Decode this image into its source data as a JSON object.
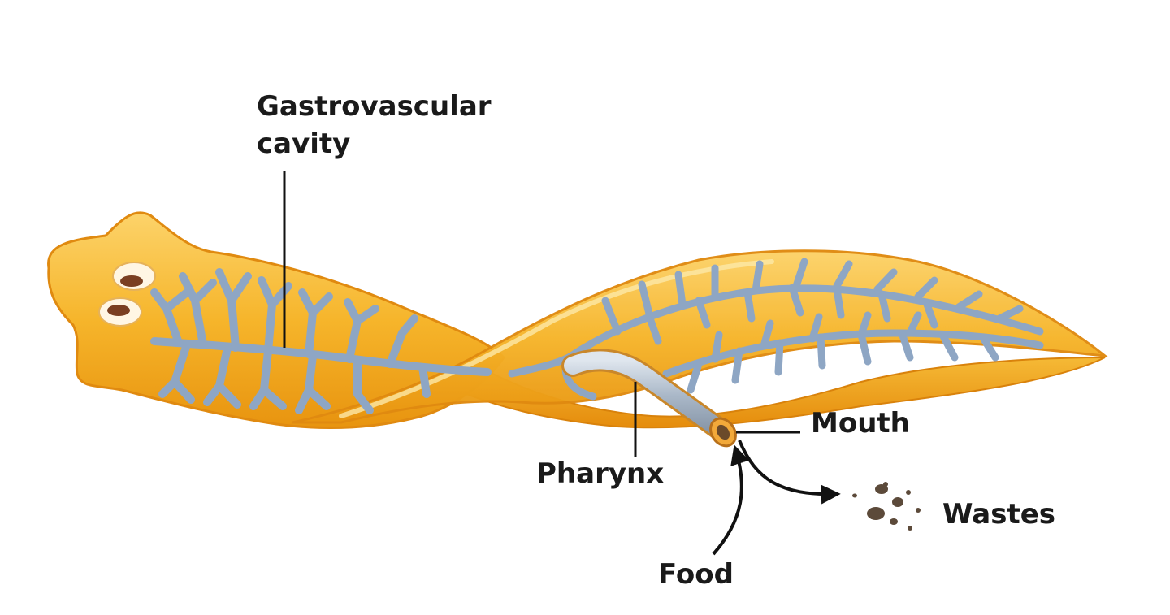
{
  "labels": {
    "gastrovascular_line1": "Gastrovascular",
    "gastrovascular_line2": "cavity",
    "pharynx": "Pharynx",
    "mouth": "Mouth",
    "wastes": "Wastes",
    "food": "Food"
  },
  "colors": {
    "body_fill": "#f6b52b",
    "body_edge": "#e08a10",
    "body_highlight": "#fce39a",
    "gut_branch": "#8ea6c4",
    "gut_branch_edge": "#5f7ea6",
    "eye_spot": "#7a3f22",
    "waste": "#5c4a3a",
    "label_text": "#1a1a1a"
  }
}
